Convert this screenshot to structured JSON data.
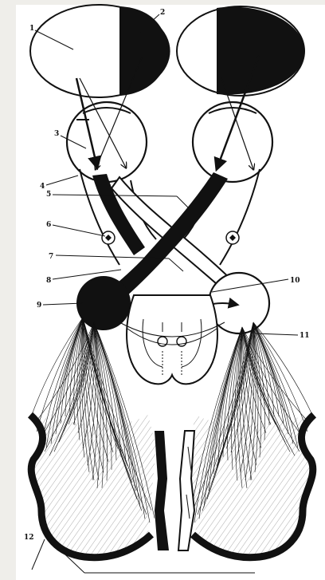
{
  "figure": {
    "labels": [
      {
        "id": "1",
        "text": "1"
      },
      {
        "id": "2",
        "text": "2"
      },
      {
        "id": "3",
        "text": "3"
      },
      {
        "id": "4",
        "text": "4"
      },
      {
        "id": "5",
        "text": "5"
      },
      {
        "id": "6",
        "text": "6"
      },
      {
        "id": "7",
        "text": "7"
      },
      {
        "id": "8",
        "text": "8"
      },
      {
        "id": "9",
        "text": "9"
      },
      {
        "id": "10",
        "text": "10"
      },
      {
        "id": "11",
        "text": "11"
      },
      {
        "id": "12",
        "text": "12"
      }
    ],
    "colors": {
      "background": "#efeeea",
      "paper": "#ffffff",
      "ink": "#111111"
    }
  }
}
